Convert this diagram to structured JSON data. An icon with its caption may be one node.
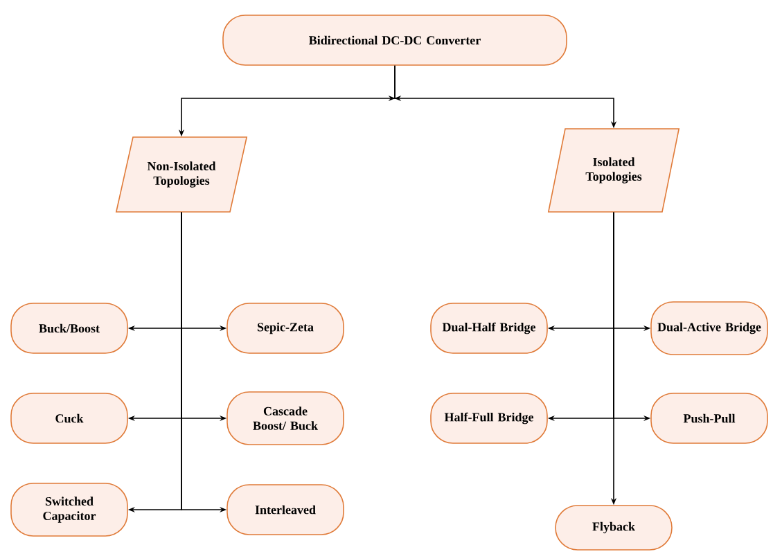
{
  "diagram": {
    "nodes": [
      {
        "text": [
          "Bidirectional DC-DC Converter"
        ]
      },
      {
        "text": [
          "Non-Isolated Topologies"
        ]
      },
      {
        "text": [
          "Isolated Topologies"
        ]
      },
      {
        "text": [
          "Buck/Boost"
        ]
      },
      {
        "text": [
          "Sepic-Zeta"
        ]
      },
      {
        "text": [
          "Cuck"
        ]
      },
      {
        "text": [
          "Cascade Boost/ Buck"
        ]
      },
      {
        "text": [
          "Switched Capacitor"
        ]
      },
      {
        "text": [
          "Interleaved"
        ]
      },
      {
        "text": [
          "Dual-Half Bridge"
        ]
      },
      {
        "text": [
          "Dual-Active Bridge"
        ]
      },
      {
        "text": [
          "Half-Full Bridge"
        ]
      },
      {
        "text": [
          "Push-Pull"
        ]
      },
      {
        "text": [
          "Flyback"
        ]
      }
    ],
    "edges": [
      {
        "from": 0,
        "to": 1,
        "arrow": "to"
      },
      {
        "from": 0,
        "to": 2,
        "arrow": "to"
      },
      {
        "from": 1,
        "to": 3,
        "arrow": "to"
      },
      {
        "from": 1,
        "to": 4,
        "arrow": "to"
      },
      {
        "from": 1,
        "to": 5,
        "arrow": "to"
      },
      {
        "from": 1,
        "to": 6,
        "arrow": "to"
      },
      {
        "from": 1,
        "to": 7,
        "arrow": "to"
      },
      {
        "from": 1,
        "to": 8,
        "arrow": "to"
      },
      {
        "from": 2,
        "to": 9,
        "arrow": "to"
      },
      {
        "from": 2,
        "to": 10,
        "arrow": "to"
      },
      {
        "from": 2,
        "to": 11,
        "arrow": "to"
      },
      {
        "from": 2,
        "to": 12,
        "arrow": "to"
      },
      {
        "from": 2,
        "to": 13,
        "arrow": "to"
      }
    ]
  }
}
